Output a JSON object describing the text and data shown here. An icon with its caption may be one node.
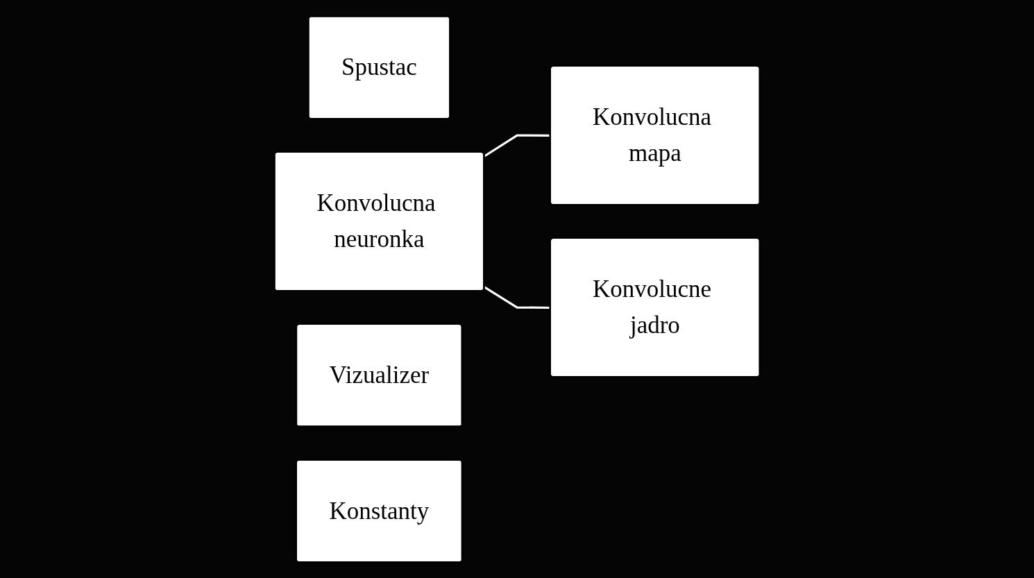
{
  "diagram": {
    "nodes": [
      {
        "text": [
          "Spustac"
        ]
      },
      {
        "text": [
          "Konvolucna neuronka"
        ]
      },
      {
        "text": [
          "Konvolucna mapa"
        ]
      },
      {
        "text": [
          "Vizualizer"
        ]
      },
      {
        "text": [
          "Konstanty"
        ]
      },
      {
        "text": [
          "Konvolucne jadro"
        ]
      }
    ],
    "edges": [
      {
        "from": 1,
        "to": 2,
        "arrow": "none"
      },
      {
        "from": 1,
        "to": 5,
        "arrow": "none"
      }
    ]
  }
}
